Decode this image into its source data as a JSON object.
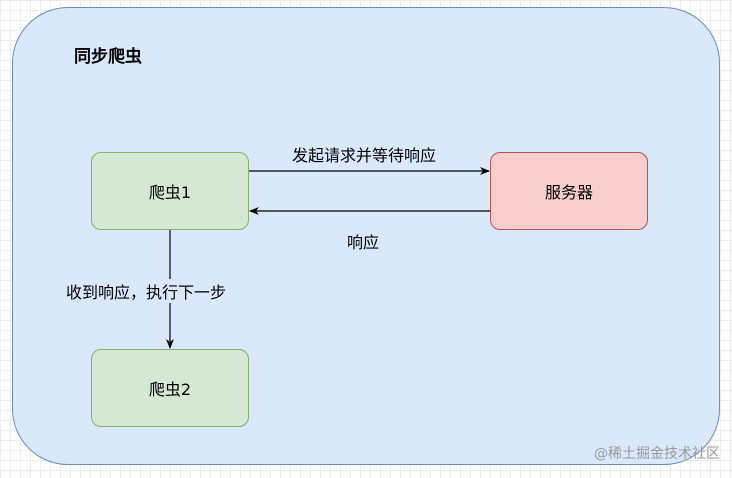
{
  "diagram": {
    "title": "同步爬虫",
    "nodes": {
      "spider1": "爬虫1",
      "server": "服务器",
      "spider2": "爬虫2"
    },
    "edges": {
      "request_label": "发起请求并等待响应",
      "response_label": "响应",
      "next_step_label": "收到响应，执行下一步"
    }
  },
  "watermark": "@稀土掘金技术社区",
  "colors": {
    "container_fill": "#dae8fc",
    "container_stroke": "#6c8ebf",
    "green_fill": "#d5e8d4",
    "green_stroke": "#82b366",
    "red_fill": "#f8cecc",
    "red_stroke": "#b85450"
  }
}
